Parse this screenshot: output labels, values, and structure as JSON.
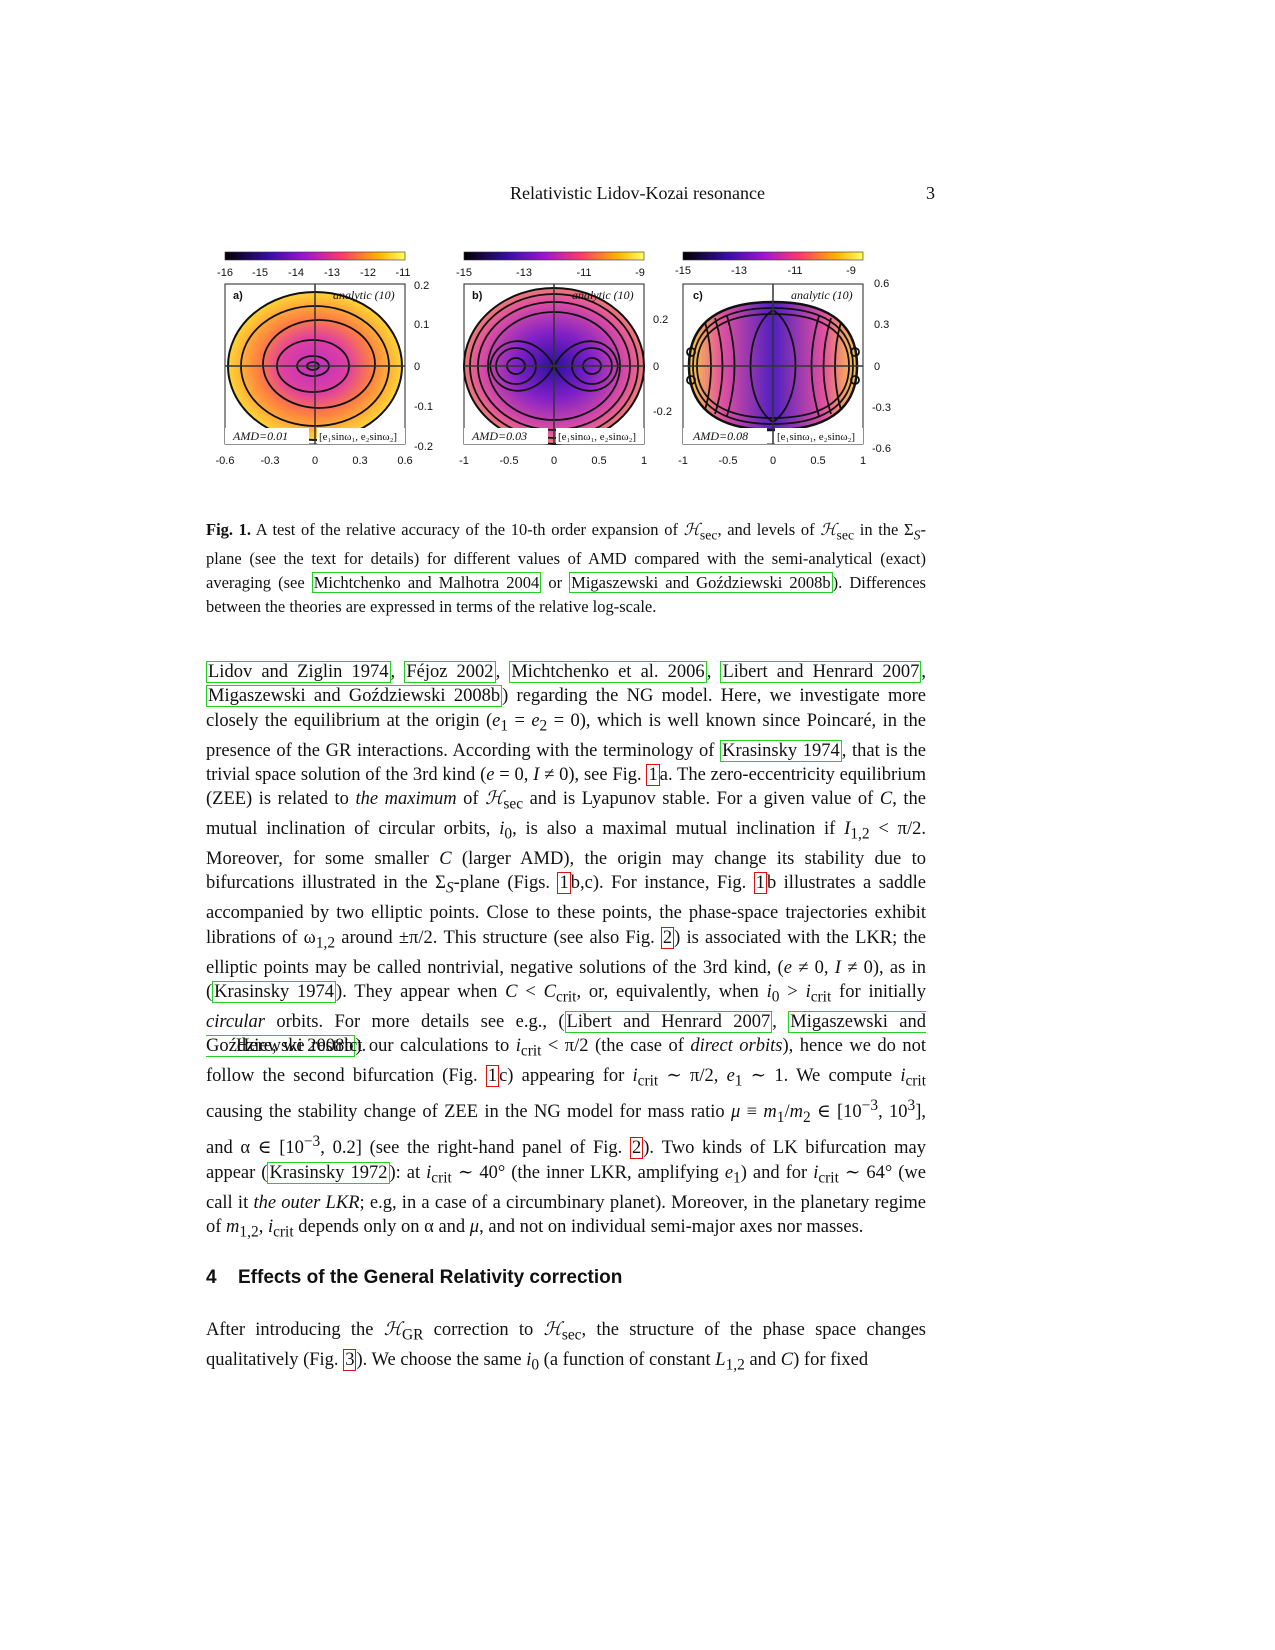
{
  "header": {
    "title": "Relativistic Lidov-Kozai resonance",
    "page_number": "3"
  },
  "figure": {
    "panels": [
      {
        "label": "a)",
        "method": "analytic (10)",
        "amd": "AMD=0.01",
        "axes_label": "[e₁sinω₁, e₂sinω₂]",
        "colorbar_ticks": [
          "-16",
          "-15",
          "-14",
          "-13",
          "-12",
          "-11"
        ],
        "x_ticks": [
          "-0.6",
          "-0.3",
          "0",
          "0.3",
          "0.6"
        ],
        "y_ticks": [
          "0.2",
          "0.1",
          "0",
          "-0.1",
          "-0.2"
        ]
      },
      {
        "label": "b)",
        "method": "analytic (10)",
        "amd": "AMD=0.03",
        "axes_label": "[e₁sinω₁, e₂sinω₂]",
        "colorbar_ticks": [
          "-15",
          "-13",
          "-11",
          "-9"
        ],
        "x_ticks": [
          "-1",
          "-0.5",
          "0",
          "0.5",
          "1"
        ],
        "y_ticks": [
          "0.2",
          "0",
          "-0.2"
        ]
      },
      {
        "label": "c)",
        "method": "analytic (10)",
        "amd": "AMD=0.08",
        "axes_label": "[e₁sinω₁, e₂sinω₂]",
        "colorbar_ticks": [
          "-15",
          "-13",
          "-11",
          "-9"
        ],
        "x_ticks": [
          "-1",
          "-0.5",
          "0",
          "0.5",
          "1"
        ],
        "y_ticks": [
          "0.6",
          "0.3",
          "0",
          "-0.3",
          "-0.6"
        ]
      }
    ],
    "caption": {
      "label": "Fig. 1.",
      "t1": " A test of the relative accuracy of the 10-th order expansion of ",
      "h": "ℋ",
      "sec": "sec",
      "t2": ", and levels of ",
      "t3": " in the Σ",
      "S": "S",
      "t4": "-plane (see the text for details) for different values of AMD compared with the semi-analytical (exact) averaging (see ",
      "cite1": "Michtchenko and Malhotra 2004",
      "t5": " or ",
      "cite2": "Migaszewski and Goździewski 2008b",
      "t6": "). Differences between the theories are expressed in terms of the relative log-scale."
    }
  },
  "p1": {
    "c1": "Lidov and Ziglin 1974",
    "c2": "Féjoz 2002",
    "c3": "Michtchenko et al. 2006",
    "c4": "Libert and Henrard 2007",
    "c5": "Migaszewski and Goździewski 2008b",
    "s1": ") regarding the NG model. Here, we investigate more closely the equilibrium at the origin (",
    "s2": "e",
    "s3": "1",
    "s4": " = ",
    "s5": "e",
    "s6": "2",
    "s7": " = 0), which is well known since Poincaré, in the presence of the GR interactions. According with the terminology of ",
    "c6": "Krasinsky 1974",
    "s8": ", that is the trivial space solution of the 3rd kind (",
    "s9": "e",
    "s10": " = 0, ",
    "s11": "I",
    "s12": " ≠ 0), see Fig. ",
    "r1": "1",
    "s13": "a. The zero-eccentricity equilibrium (ZEE) is related to ",
    "s14": "the maximum",
    "s15": " of ",
    "s16": "ℋ",
    "s17": "sec",
    "s18": " and is Lyapunov stable. For a given value of ",
    "s19": "C",
    "s20": ", the mutual inclination of circular orbits, ",
    "s21": "i",
    "s22": "0",
    "s23": ", is also a maximal mutual inclination if ",
    "s24": "I",
    "s25": "1,2",
    "s26": " < π/2. Moreover, for some smaller ",
    "s27": "C",
    "s28": " (larger AMD), the origin may change its stability due to bifurcations illustrated in the Σ",
    "s29": "S",
    "s30": "-plane (Figs. ",
    "r2": "1",
    "s31": "b,c). For instance, Fig. ",
    "r3": "1",
    "s32": "b illustrates a saddle accompanied by two elliptic points. Close to these points, the phase-space trajectories exhibit librations of ω",
    "s33": "1,2",
    "s34": " around ±π/2. This structure (see also Fig. ",
    "r4": "2",
    "s35": ") is associated with the LKR; the elliptic points may be called nontrivial, negative solutions of the 3rd kind, (",
    "s36": "e",
    "s37": " ≠ 0, ",
    "s38": "I",
    "s39": " ≠ 0), as in (",
    "c7": "Krasinsky 1974",
    "s40": "). They appear when ",
    "s41": "C",
    "s42": " < ",
    "s43": "C",
    "s44": "crit",
    "s45": ", or, equivalently, when ",
    "s46": "i",
    "s47": "0",
    "s48": " > ",
    "s49": "i",
    "s50": "crit",
    "s51": " for initially ",
    "s52": "circular",
    "s53": " orbits. For more details see e.g., (",
    "c8": "Libert and Henrard 2007",
    "s54": ", ",
    "c9": "Migaszewski and Goździewski 2008b",
    "s55": ")."
  },
  "p2": {
    "a1": "Here, we restrict our calculations to ",
    "a2": "i",
    "a3": "crit",
    "a4": " < π/2 (the case of ",
    "a5": "direct orbits",
    "a6": "), hence we do not follow the second bifurcation (Fig. ",
    "r1": "1",
    "a7": "c) appearing for ",
    "a8": "i",
    "a9": "crit",
    "a10": " ∼ π/2, ",
    "a11": "e",
    "a12": "1",
    "a13": " ∼ 1. We compute ",
    "a14": "i",
    "a15": "crit",
    "a16": " causing the stability change of ZEE in the NG model for mass ratio ",
    "a17": "μ",
    "a18": " ≡ ",
    "a19": "m",
    "a20": "1",
    "a21": "/",
    "a22": "m",
    "a23": "2",
    "a24": " ∈ [10",
    "a25": "−3",
    "a26": ", 10",
    "a27": "3",
    "a28": "], and α ∈ [10",
    "a29": "−3",
    "a30": ", 0.2] (see the right-hand panel of Fig. ",
    "r2": "2",
    "a31": "). Two kinds of LK bifurcation may appear (",
    "c1": "Krasinsky 1972",
    "a32": "): at ",
    "a33": "i",
    "a34": "crit",
    "a35": " ∼ 40° (the inner LKR, amplifying ",
    "a36": "e",
    "a37": "1",
    "a38": ") and for ",
    "a39": "i",
    "a40": "crit",
    "a41": " ∼ 64° (we call it ",
    "a42": "the outer LKR",
    "a43": "; e.g, in a case of a circumbinary planet). Moreover, in the planetary regime of ",
    "a44": "m",
    "a45": "1,2",
    "a46": ", ",
    "a47": "i",
    "a48": "crit",
    "a49": " depends only on α and ",
    "a50": "μ",
    "a51": ", and not on individual semi-major axes nor masses."
  },
  "section": {
    "number": "4",
    "title": "Effects of the General Relativity correction"
  },
  "p3": {
    "b1": "After introducing the ",
    "b2": "ℋ",
    "b3": "GR",
    "b4": " correction to ",
    "b5": "ℋ",
    "b6": "sec",
    "b7": ", the structure of the phase space changes qualitatively (Fig. ",
    "r1": "3",
    "b8": "). We choose the same ",
    "b9": "i",
    "b10": "0",
    "b11": " (a function of constant ",
    "b12": "L",
    "b13": "1,2",
    "b14": " and ",
    "b15": "C",
    "b16": ") for fixed"
  }
}
